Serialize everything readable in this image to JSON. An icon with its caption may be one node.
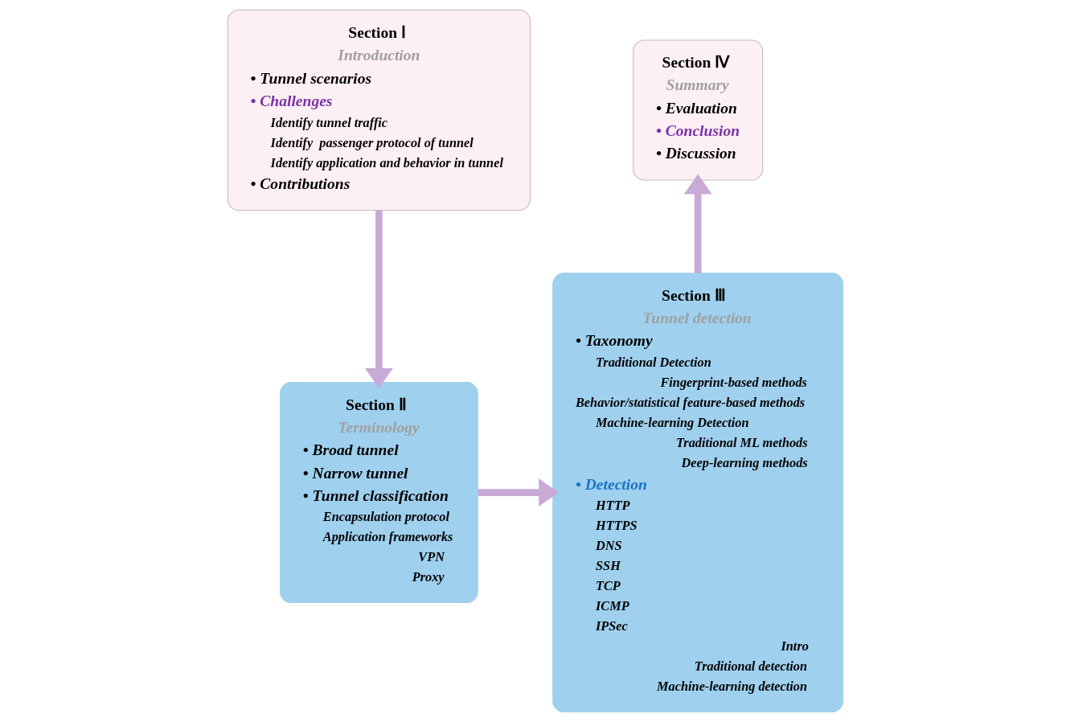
{
  "diagram": {
    "nodes": [
      {
        "text": [
          "Section Ⅰ",
          "Introduction",
          "• Tunnel scenarios",
          "• Challenges",
          "Identify tunnel traffic",
          "Identify  passenger protocol of tunnel",
          "Identify application and behavior in tunnel",
          "• Contributions"
        ]
      },
      {
        "text": [
          "Section Ⅱ",
          "Terminology",
          "• Broad tunnel",
          "• Narrow tunnel",
          "• Tunnel classification",
          "Encapsulation protocol",
          "Application frameworks",
          "VPN",
          "Proxy"
        ]
      },
      {
        "text": [
          "Section Ⅲ",
          "Tunnel detection",
          "• Taxonomy",
          "Traditional Detection",
          "Fingerprint-based methods",
          "Behavior/statistical feature-based methods",
          "Machine-learning Detection",
          "Traditional ML methods",
          "Deep-learning methods",
          "• Detection",
          "HTTP",
          "HTTPS",
          "DNS",
          "SSH",
          "TCP",
          "ICMP",
          "IPSec",
          "Intro",
          "Traditional detection",
          "Machine-learning detection"
        ]
      },
      {
        "text": [
          "Section Ⅳ",
          "Summary",
          "• Evaluation",
          "• Conclusion",
          "• Discussion"
        ]
      }
    ],
    "edges": [
      {
        "from": 0,
        "to": 1,
        "arrow": "to"
      },
      {
        "from": 1,
        "to": 2,
        "arrow": "to"
      },
      {
        "from": 2,
        "to": 3,
        "arrow": "to"
      }
    ]
  }
}
